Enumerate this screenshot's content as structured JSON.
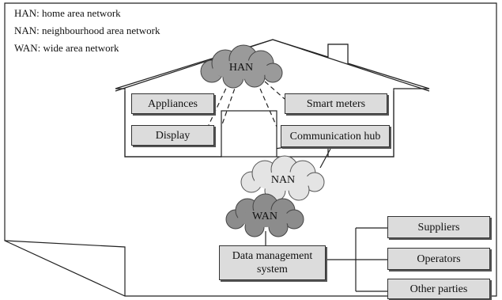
{
  "legend": {
    "han": "HAN: home area network",
    "nan": "NAN: neighbourhood area network",
    "wan": "WAN: wide area network"
  },
  "clouds": {
    "han": "HAN",
    "nan": "NAN",
    "wan": "WAN"
  },
  "house": {
    "appliances": "Appliances",
    "display": "Display",
    "smart_meters": "Smart meters",
    "communication_hub": "Communication hub"
  },
  "backend": {
    "data_management": "Data management system",
    "suppliers": "Suppliers",
    "operators": "Operators",
    "other_parties": "Other parties"
  },
  "colors": {
    "box_fill": "#dcdcdc",
    "han_cloud": "#9a9a9a",
    "nan_cloud": "#e4e4e4",
    "wan_cloud": "#8c8c8c"
  }
}
